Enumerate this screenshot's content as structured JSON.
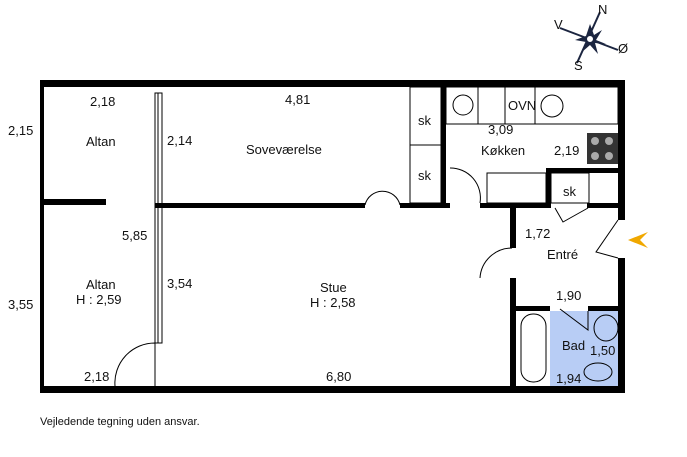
{
  "compass": {
    "n": "N",
    "v": "V",
    "o": "Ø",
    "s": "S"
  },
  "rooms": {
    "altan_top": {
      "name": "Altan",
      "dim_w": "2,18",
      "dim_h": "2,15"
    },
    "altan_bottom": {
      "name": "Altan",
      "height": "H : 2,59",
      "dim_w": "2,18",
      "dim_h": "3,55",
      "dim_len": "5,85"
    },
    "soveværelse": {
      "name": "Soveværelse",
      "dim_w": "4,81",
      "dim_h": "2,14"
    },
    "stue": {
      "name": "Stue",
      "height": "H : 2,58",
      "dim_w": "6,80",
      "dim_h": "3,54"
    },
    "køkken": {
      "name": "Køkken",
      "dim_w": "3,09",
      "dim_h": "2,19"
    },
    "entre": {
      "name": "Entré",
      "dim_w": "1,90",
      "dim_h": "1,72"
    },
    "bad": {
      "name": "Bad",
      "dim_w": "1,94",
      "dim_h": "1,50"
    }
  },
  "fixtures": {
    "sk": "sk",
    "oven": "OVN"
  },
  "colors": {
    "wall": "#000000",
    "bath": "#b8cdf5",
    "entrance_arrow": "#f0a800"
  },
  "footer": "Vejledende tegning uden ansvar."
}
